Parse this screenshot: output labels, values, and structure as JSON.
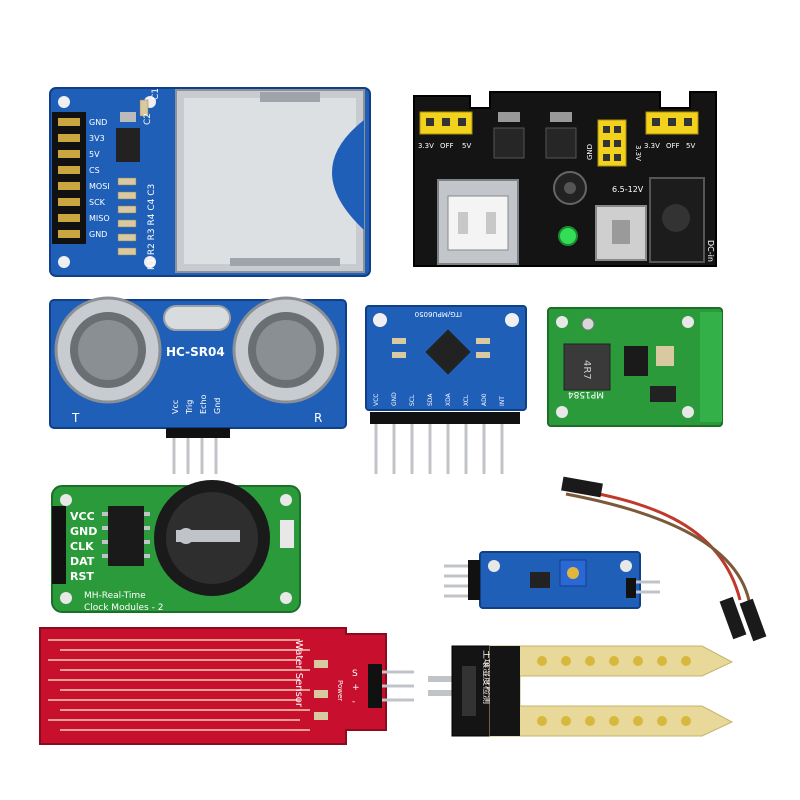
{
  "sd_module": {
    "pins": [
      "GND",
      "3V3",
      "5V",
      "CS",
      "MOSI",
      "SCK",
      "MISO",
      "GND"
    ],
    "refs_top": "C1",
    "refs_side": "R1 R2 R3 R4 C4 C3",
    "cap2": "C2"
  },
  "power_module": {
    "left_labels": [
      "3.3V",
      "OFF",
      "5V"
    ],
    "right_labels": [
      "3.3V",
      "OFF",
      "5V"
    ],
    "gnd_label": "GND",
    "volt_label": "3.3V",
    "voltage": "6.5-12V",
    "dc_in": "DC-in"
  },
  "ultrasonic": {
    "model": "HC-SR04",
    "t_label": "T",
    "r_label": "R",
    "pins": [
      "Vcc",
      "Trig",
      "Echo",
      "Gnd"
    ]
  },
  "gyro": {
    "chip": "ITG/MPU6050",
    "pins": [
      "VCC",
      "GND",
      "SCL",
      "SDA",
      "XDA",
      "XCL",
      "AD0",
      "INT"
    ]
  },
  "buck": {
    "inductor": "4R7",
    "model": "MP1584"
  },
  "rtc": {
    "pins": [
      "VCC",
      "GND",
      "CLK",
      "DAT",
      "RST"
    ],
    "title_line1": "MH-Real-Time",
    "title_line2": "Clock Modules - 2"
  },
  "water_sensor": {
    "label": "Water Sensor",
    "pin_s": "S",
    "pin_plus": "+",
    "pin_minus": "-",
    "power": "Power"
  },
  "soil_probe": {
    "label": "土壤湿度检测"
  },
  "colors": {
    "blue_pcb": "#1f5fb8",
    "black_pcb": "#141414",
    "green_pcb": "#2a9a3a",
    "red_pcb": "#c8102e",
    "gold": "#e0b63c"
  }
}
